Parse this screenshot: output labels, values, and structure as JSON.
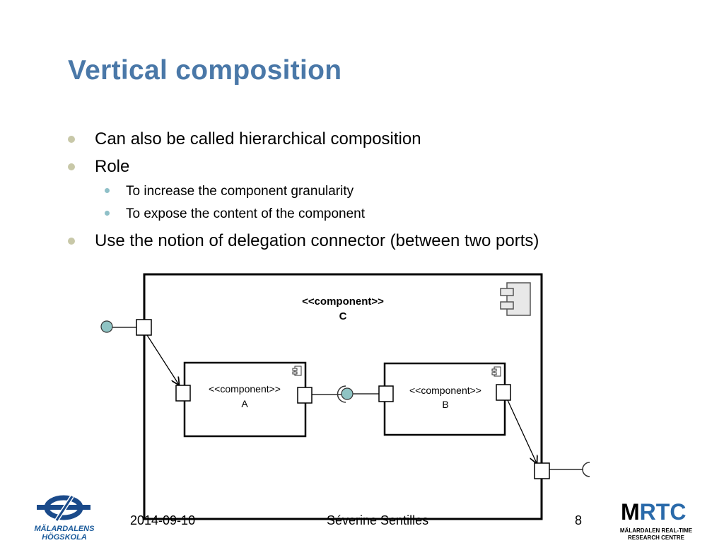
{
  "slide": {
    "title": "Vertical composition",
    "bullets": [
      {
        "text": "Can also be called hierarchical composition"
      },
      {
        "text": "Role",
        "sub": [
          "To increase the component granularity",
          "To expose the content of the component"
        ]
      },
      {
        "text": "Use the notion of delegation connector (between two ports)"
      }
    ]
  },
  "diagram": {
    "outer": {
      "stereotype": "<<component>>",
      "name": "C"
    },
    "comp_a": {
      "stereotype": "<<component>>",
      "name": "A"
    },
    "comp_b": {
      "stereotype": "<<component>>",
      "name": "B"
    }
  },
  "footer": {
    "date": "2014-09-10",
    "author": "Séverine Sentilles",
    "page": "8"
  },
  "logos": {
    "left": "MÄLARDALENS HÖGSKOLA",
    "right_main": "MRTC",
    "right_sub": "MÄLARDALEN REAL-TIME RESEARCH CENTRE"
  },
  "colors": {
    "title": "#4a78a8",
    "bullet": "#c8c8a8",
    "subbullet": "#8fc0c8",
    "interface": "#8fc4c4",
    "mrtc_blue": "#2a6aaa"
  }
}
